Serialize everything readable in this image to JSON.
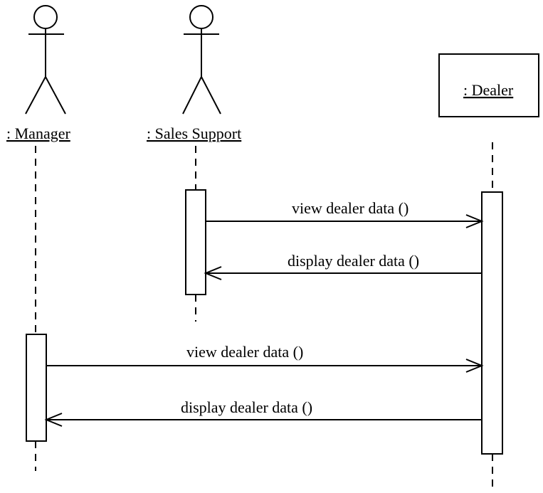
{
  "participants": {
    "manager": ": Manager",
    "sales_support": ": Sales Support",
    "dealer": ": Dealer"
  },
  "messages": [
    {
      "label": "view dealer data ()",
      "from": "sales_support",
      "to": "dealer",
      "kind": "call"
    },
    {
      "label": "display dealer data ()",
      "from": "dealer",
      "to": "sales_support",
      "kind": "return"
    },
    {
      "label": "view dealer data ()",
      "from": "manager",
      "to": "dealer",
      "kind": "call"
    },
    {
      "label": "display dealer data ()",
      "from": "dealer",
      "to": "manager",
      "kind": "return"
    }
  ]
}
